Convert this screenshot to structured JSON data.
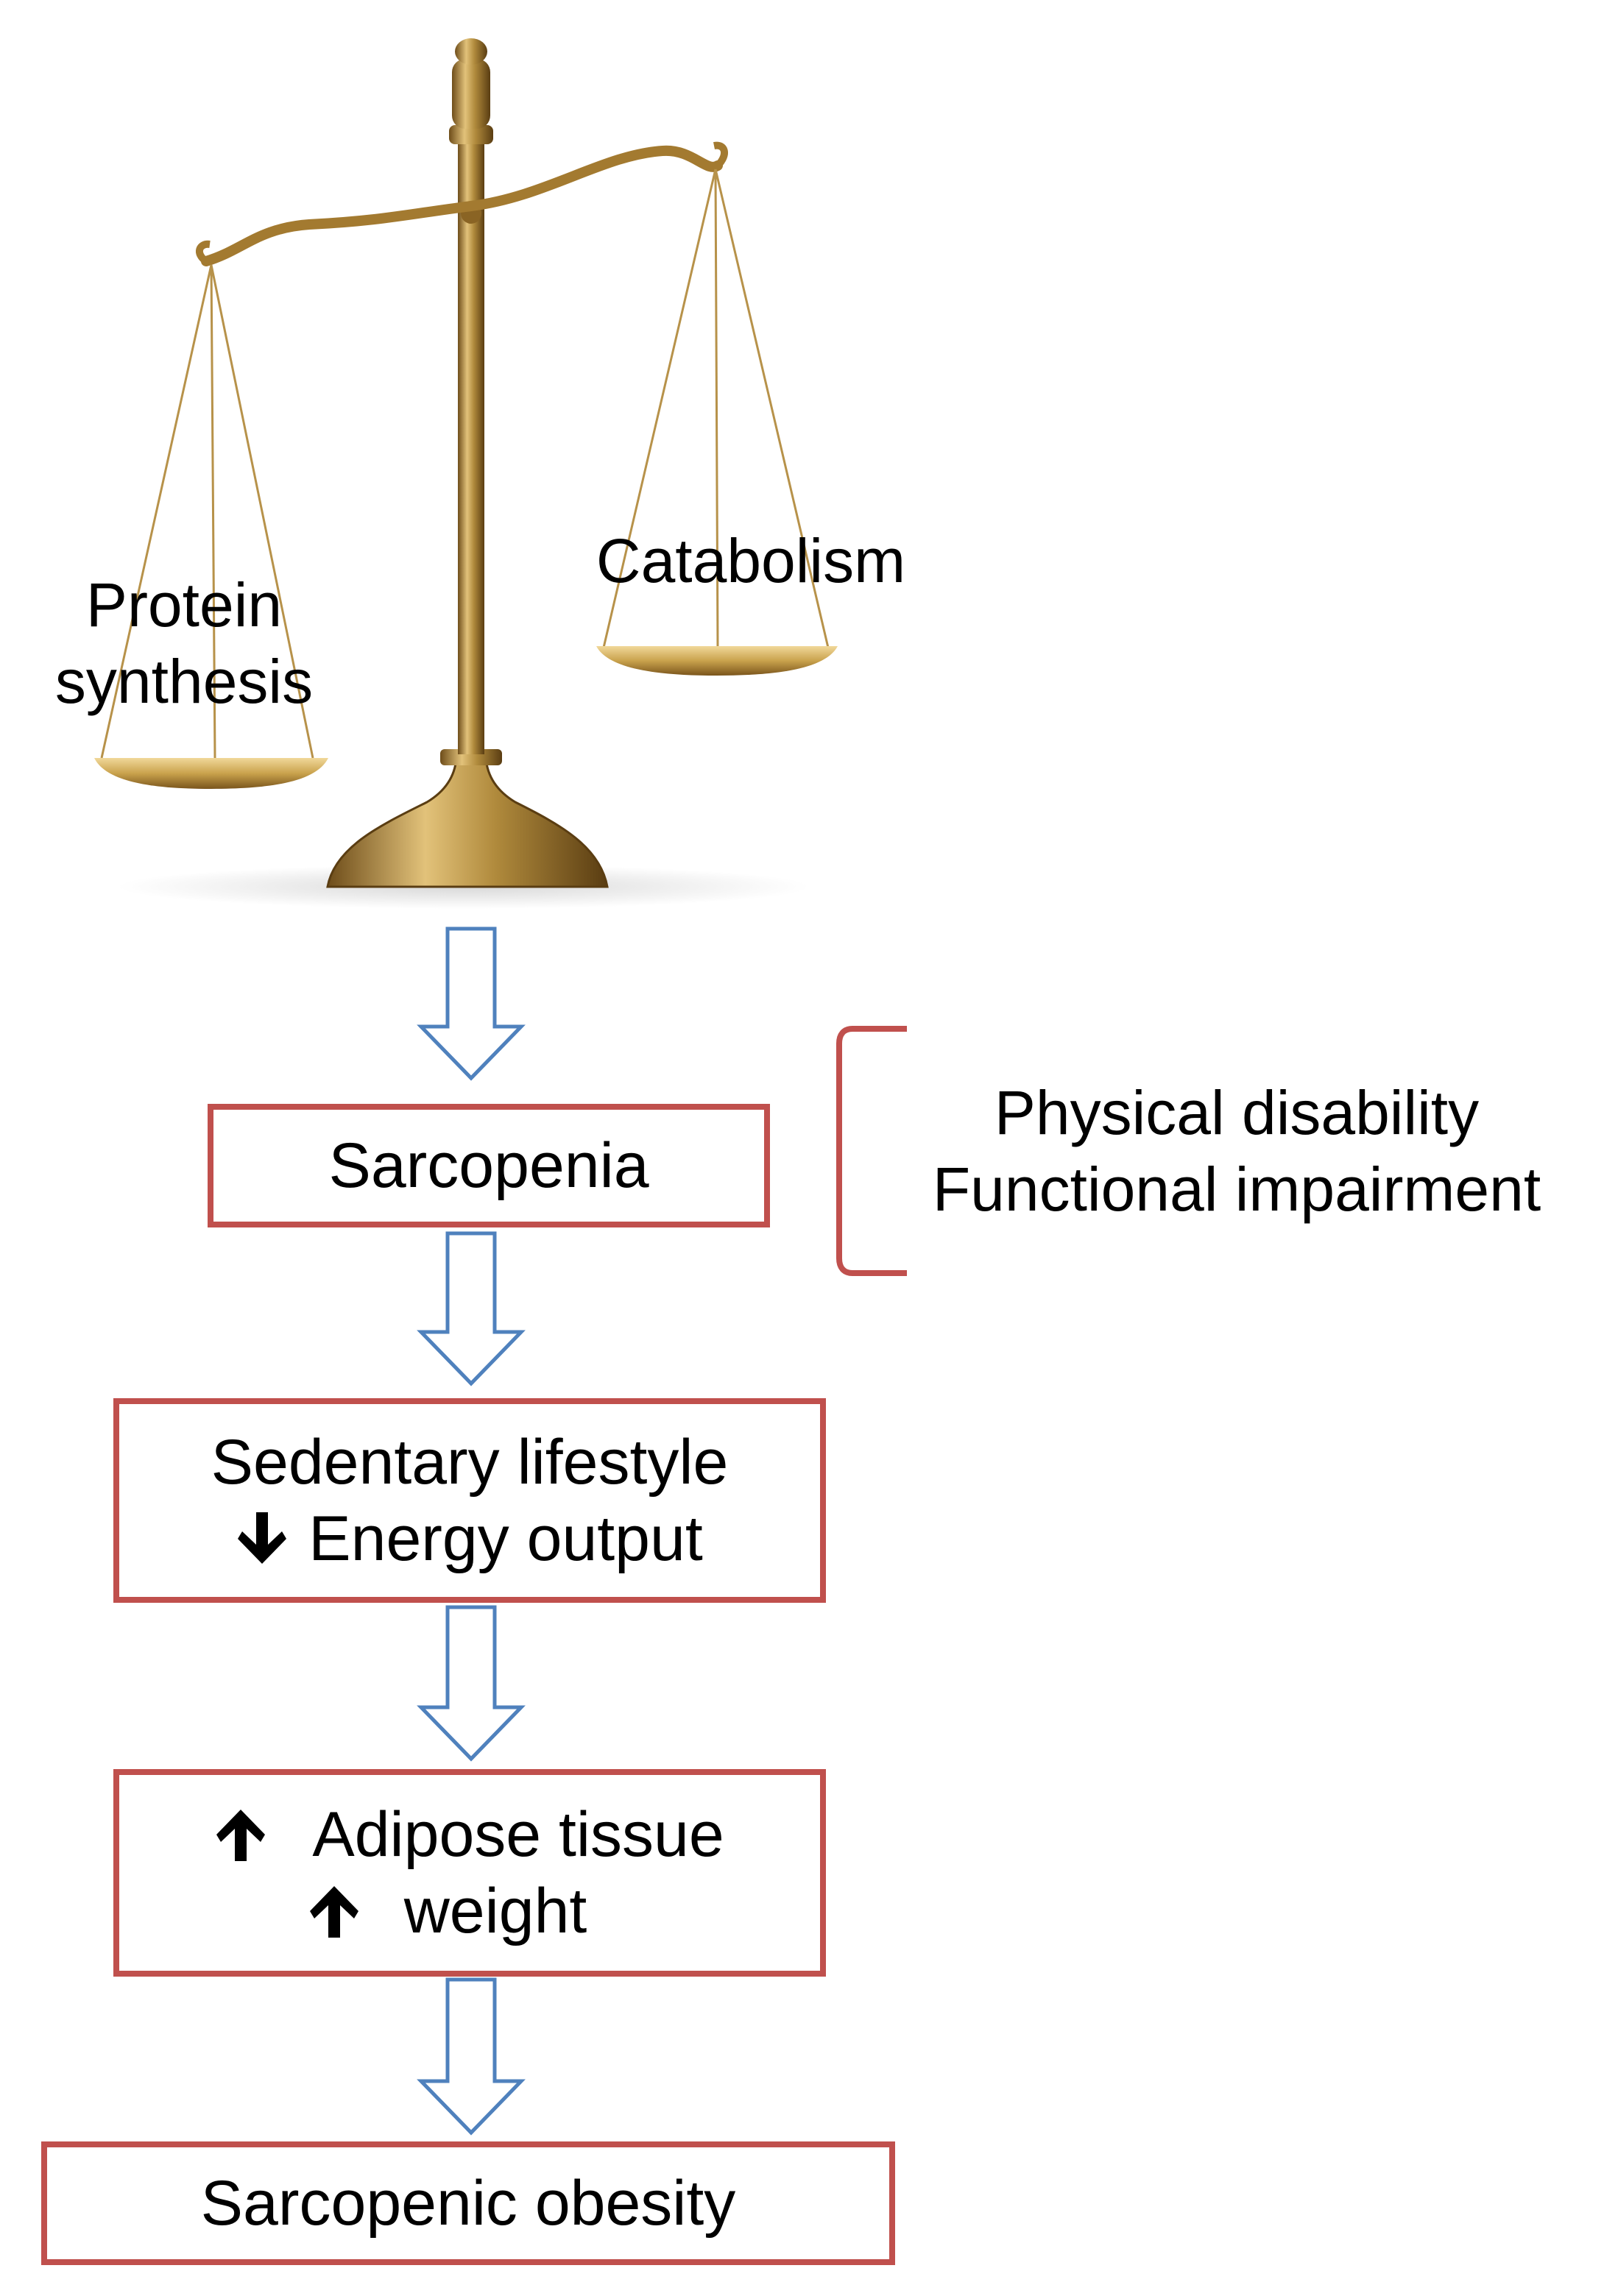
{
  "scale": {
    "left_pan_label": [
      "Protein",
      "synthesis"
    ],
    "right_pan_label": "Catabolism"
  },
  "flow": {
    "sarcopenia": "Sarcopenia",
    "sedentary": {
      "line1": "Sedentary lifestyle",
      "line2_icon": "down-arrow-icon",
      "line2": "Energy output"
    },
    "adipose": {
      "line1_icon": "up-arrow-icon",
      "line1": "Adipose tissue",
      "line2_icon": "up-arrow-icon",
      "line2": "weight"
    },
    "outcome": "Sarcopenic obesity"
  },
  "bracket_note": {
    "line1": "Physical disability",
    "line2": "Functional impairment"
  },
  "colors": {
    "box_border": "#c0504d",
    "arrow_stroke": "#4f81bd",
    "brass": "#b08a3c"
  }
}
